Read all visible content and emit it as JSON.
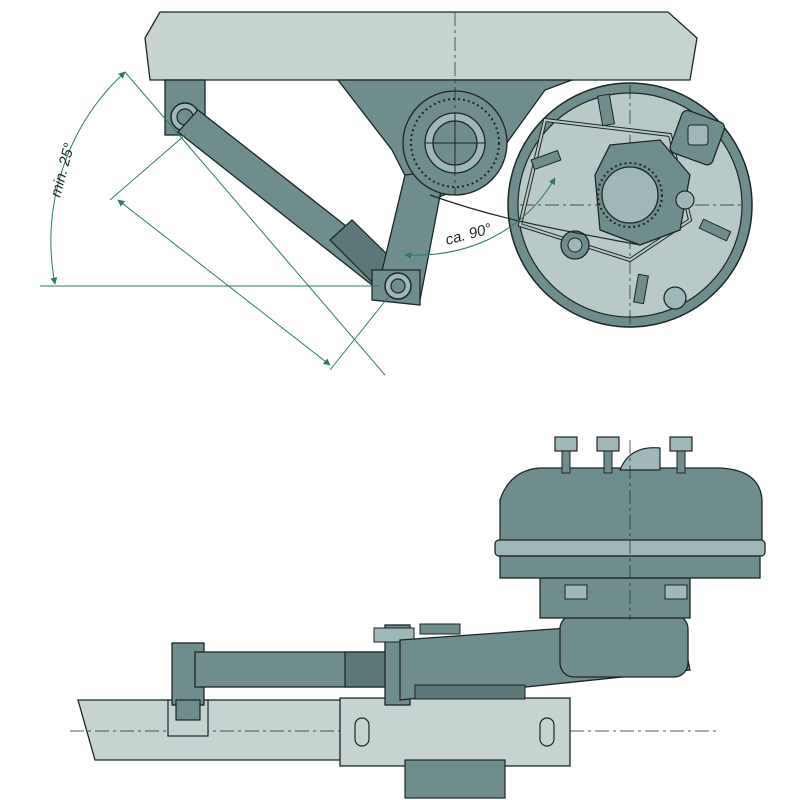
{
  "labels": {
    "angle_min": "min. 25°",
    "angle_approx": "ca. 90°"
  },
  "colors": {
    "metal": "#6f8d8d",
    "metal_dark": "#5b7777",
    "metal_light": "#9fb7b6",
    "frame": "#c7d3d1",
    "drum": "#b9c9c7",
    "line": "#1d2626",
    "dimension": "#2f7a62",
    "background": "#ffffff"
  },
  "views": [
    "top-view",
    "side-view"
  ]
}
